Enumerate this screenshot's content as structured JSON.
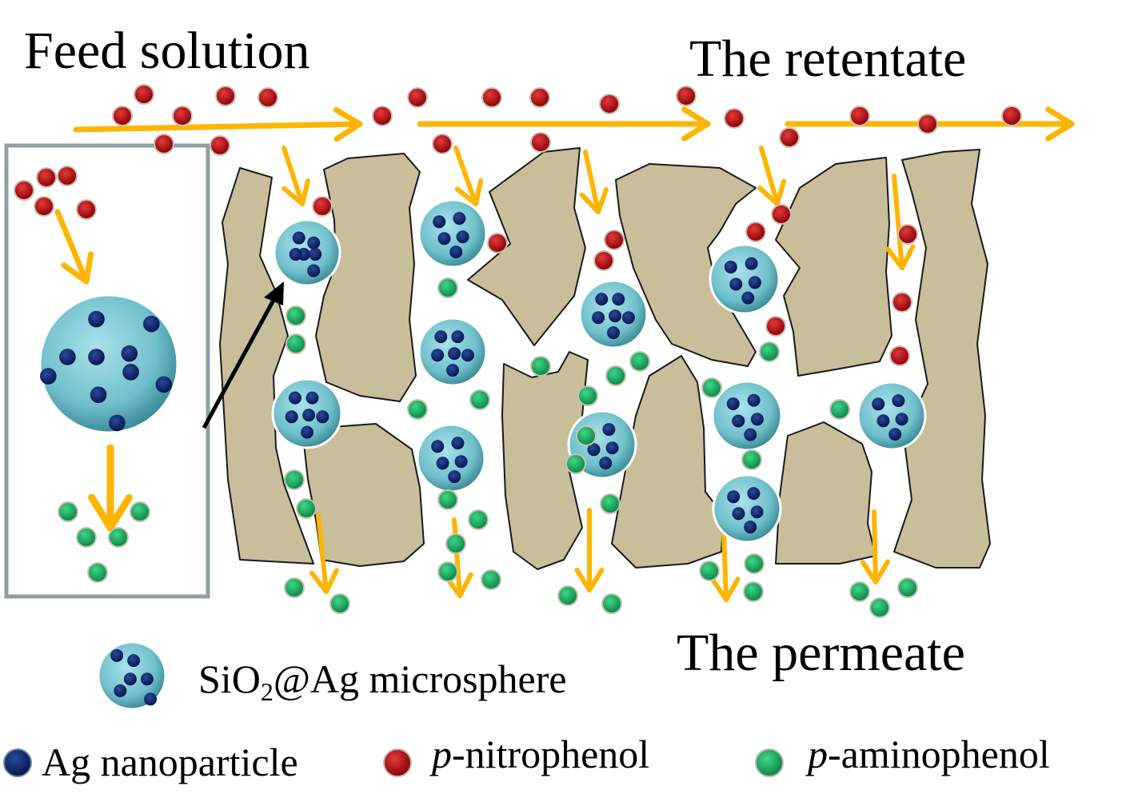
{
  "labels": {
    "feed": "Feed solution",
    "retentate": "The retentate",
    "permeate": "The permeate"
  },
  "legend": {
    "sphere_pre": "SiO",
    "sphere_sub": "2",
    "sphere_post": "@Ag microsphere",
    "ag": "Ag nanoparticle",
    "nitro_italic": "p",
    "nitro_rest": "-nitrophenol",
    "amino_italic": "p",
    "amino_rest": "-aminophenol"
  },
  "colors": {
    "membrane": "#c8be9a",
    "membrane_stroke": "#1a1a1a",
    "arrow": "#ffb400",
    "sphere": "#7ec8d1",
    "ag": "#0c1f63",
    "nitro": "#b30a12",
    "amino": "#13a85a",
    "frame": "#8ea0a4"
  }
}
